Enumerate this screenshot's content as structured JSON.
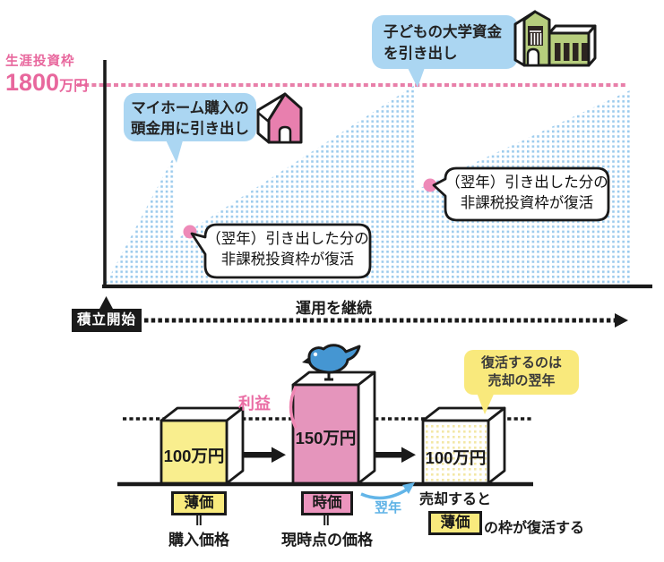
{
  "figure": {
    "title_context": "NISA lifetime quota revival diagram",
    "chart": {
      "limit_label": "生涯投資枠",
      "limit_value": "1800",
      "limit_unit": "万円",
      "bubble_home_line1": "マイホーム購入の",
      "bubble_home_line2": "頭金用に引き出し",
      "bubble_college_line1": "子どもの大学資金",
      "bubble_college_line2": "を引き出し",
      "callout_line1": "（翌年）引き出した分の",
      "callout_line2": "非課税投資枠が復活",
      "xaxis_label": "運用を継続",
      "start_label": "積立開始"
    },
    "lower": {
      "box1_value": "100万円",
      "box2_value": "150万円",
      "box3_value": "100万円",
      "profit_label": "利益",
      "note_line1": "復活するのは",
      "note_line2": "売却の翌年",
      "book_label": "薄価",
      "equals": "‖",
      "book_desc": "購入価格",
      "market_label": "時価",
      "market_desc": "現時点の価格",
      "next_year_label": "翌年",
      "sell_label": "売却すると",
      "revive_book_label": "薄価",
      "revive_desc": "の枠が復活する"
    },
    "icons": {
      "house": "house-icon",
      "university": "university-icon",
      "bird": "bird-icon"
    },
    "colors": {
      "pink_text": "#e8679d",
      "pink_dash_line": "#e87fa9",
      "area_dot_blue": "#9ccbed",
      "speech_bubble_blue": "#abd6f2",
      "revival_dot_pink": "#ee8ab8",
      "house_pink": "#e87fae",
      "building_green": "#b6cd7d",
      "box_yellow": "#f9ee8e",
      "box_pink": "#e595bc",
      "tag_yellow": "#f9ea7d",
      "tag_pink": "#ec95be",
      "note_yellow": "#f9e97c",
      "bird_blue": "#4596d2",
      "arrow_blue": "#62b5e8",
      "ink": "#1a1a1a"
    }
  }
}
